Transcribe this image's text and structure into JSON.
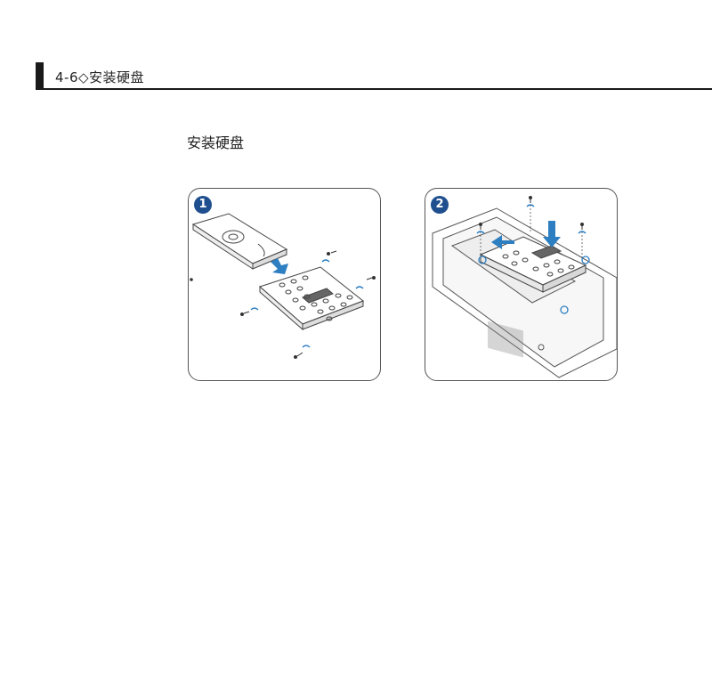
{
  "header": {
    "title": "4-6◇安装硬盘"
  },
  "section": {
    "title": "安装硬盘"
  },
  "figures": [
    {
      "step": "1"
    },
    {
      "step": "2"
    }
  ],
  "colors": {
    "accent": "#1f4f8f",
    "arrow": "#2e7fc2",
    "line": "#444444"
  }
}
